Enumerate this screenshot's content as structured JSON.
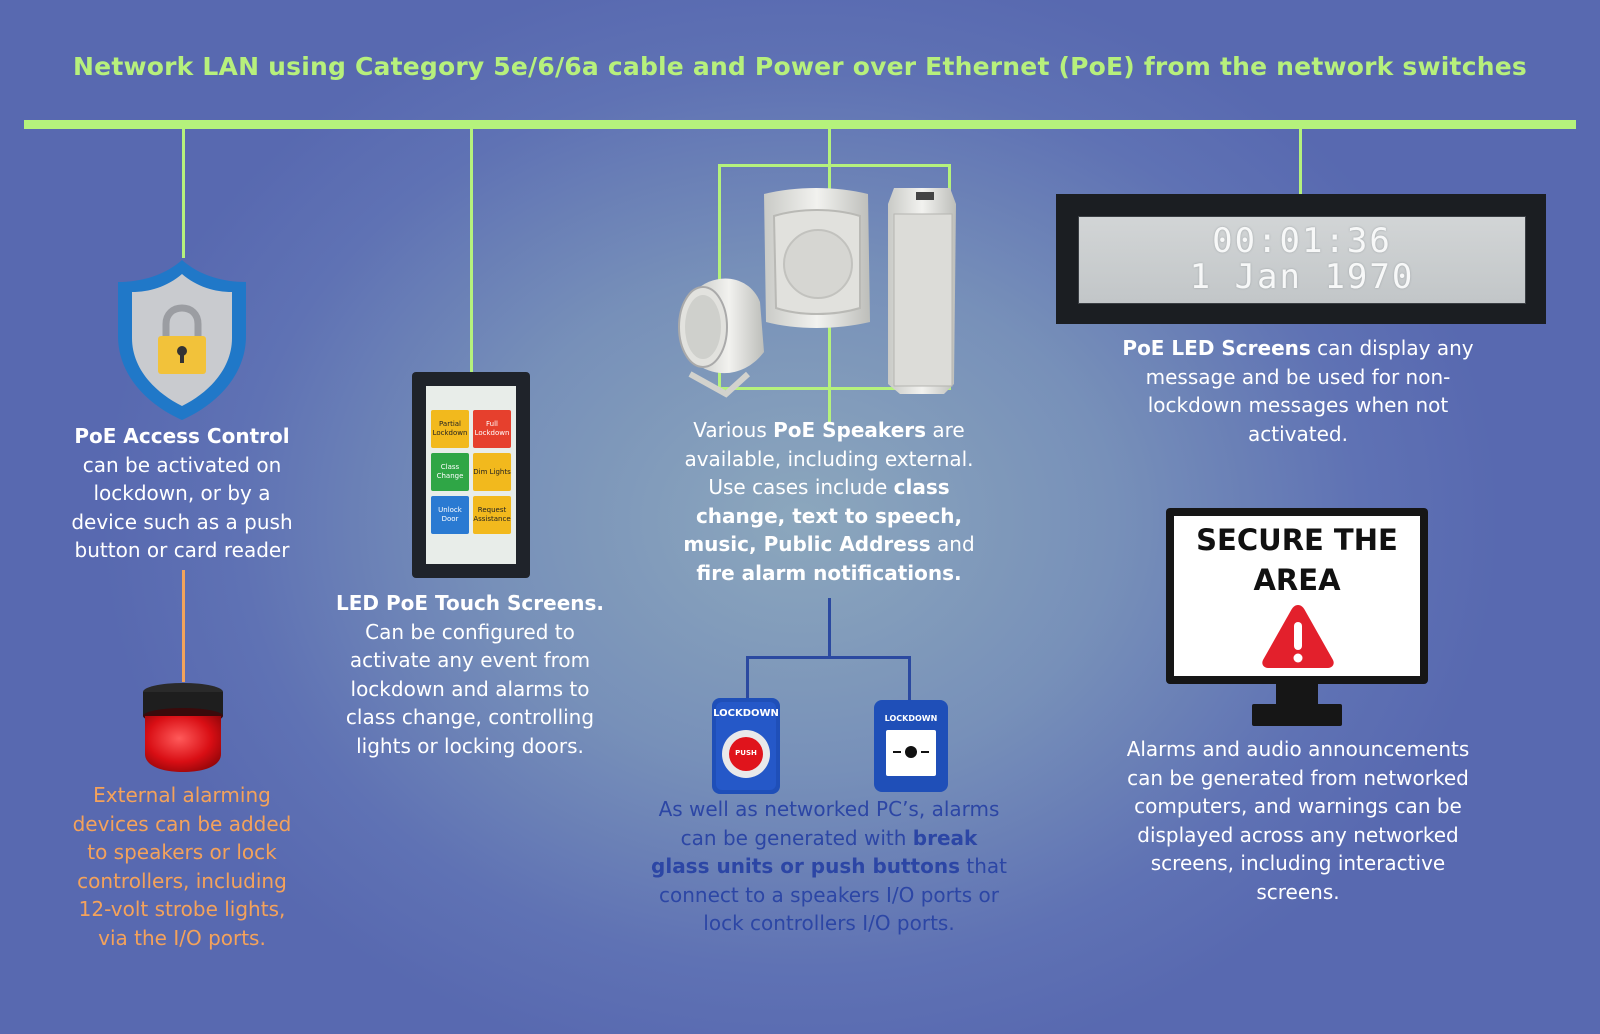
{
  "title": "Network LAN using Category 5e/6/6a cable and Power over Ethernet (PoE) from the network switches",
  "access_control": {
    "bold": "PoE Access Control",
    "text": "can be activated on lockdown, or by a device such as a push button or card reader"
  },
  "external_alarm": {
    "text": "External alarming devices can be added to speakers or lock controllers, including 12-volt strobe lights, via the I/O ports."
  },
  "touch_screens": {
    "bold": "LED PoE Touch Screens.",
    "text": "Can be configured to activate any event from lockdown and alarms to class change, controlling lights or locking doors.",
    "buttons": [
      "Partial Lockdown",
      "Full Lockdown",
      "Class Change",
      "Dim Lights",
      "Unlock Door",
      "Request Assistance"
    ]
  },
  "speakers": {
    "t1": "Various ",
    "b1": "PoE Speakers",
    "t2": " are available, including external. Use cases include ",
    "b2": "class change, text to speech, music, Public Address",
    "t3": " and ",
    "b3": "fire alarm notifications."
  },
  "push_buttons": {
    "t1": "As well as networked PC’s, alarms can be generated with ",
    "b1": "break glass units or push buttons",
    "t2": " that connect to a speakers I/O ports or lock controllers I/O ports.",
    "unit1_label": "LOCKDOWN",
    "unit1_push": "PUSH",
    "unit2_label": "LOCKDOWN"
  },
  "led_screens": {
    "bold": "PoE LED Screens",
    "text": " can display any message and be used for non-lockdown messages when not activated.",
    "display_line1": "00:01:36",
    "display_line2": "1 Jan 1970"
  },
  "computers": {
    "monitor_text": "SECURE THE AREA",
    "text": "Alarms and audio announcements can be generated from networked computers, and warnings can be displayed across any networked screens, including interactive screens."
  },
  "colors": {
    "network_green": "#b5f27c",
    "orange": "#f4a25b",
    "navy": "#2c46a5",
    "warning_red": "#e3202c"
  }
}
